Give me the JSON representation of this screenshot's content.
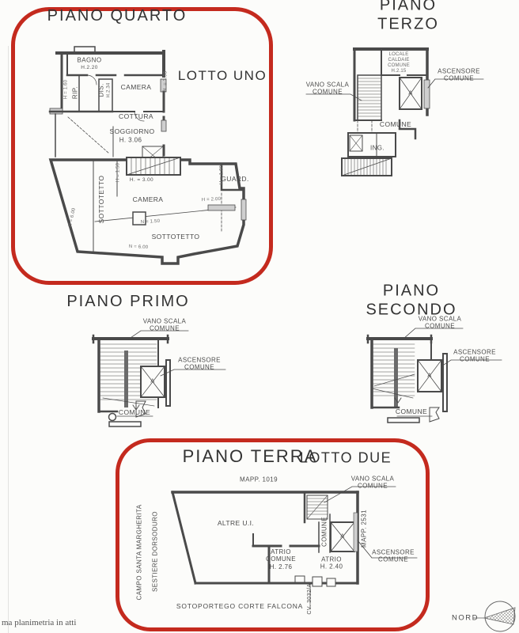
{
  "colors": {
    "accent_red": "#c42a1e",
    "ink": "#4a4a4a"
  },
  "footer": {
    "note": "ma planimetria in atti"
  },
  "compass": {
    "label": "NORD"
  },
  "floors": {
    "quarto": {
      "title": "PIANO QUARTO",
      "lot": "LOTTO UNO",
      "labels": {
        "bagno": "BAGNO",
        "bagno_h": "H.2.20",
        "rip": "RIP.",
        "rip_h": "H = 1.60",
        "dis": "DIS.",
        "dis_h": "H.2.34",
        "camera_top": "CAMERA",
        "camera_top_h": "H. = 3.98",
        "cottura": "COTTURA",
        "soggiorno": "SOGGIORNO",
        "soggiorno_h": "H. 3.06",
        "stairs_h": "H. = 3.00",
        "guard": "GUARD.",
        "guard_h": "H = 1.80",
        "camera_mid": "CAMERA",
        "sottotetto_left": "SOTTOTETTO",
        "sottotetto_bottom": "SOTTOTETTO",
        "dim_mid_v": "H = 1.50",
        "dim_mid": "N = 1.50",
        "dim_right": "H = 2.00",
        "dim_bottom": "N = 6.00",
        "dim_left_diag": "H = 6.00"
      }
    },
    "terzo": {
      "title": "PIANO TERZO",
      "labels": {
        "locale_caldaie": "LOCALE\nCALDAIE\nCOMUNE\nH.2.15",
        "vano_scala": "VANO SCALA\nCOMUNE",
        "ascensore": "ASCENSORE\nCOMUNE",
        "comune": "COMUNE",
        "ing": "ING.",
        "elevator": "A"
      }
    },
    "primo": {
      "title": "PIANO PRIMO",
      "labels": {
        "vano_scala": "VANO SCALA\nCOMUNE",
        "ascensore": "ASCENSORE\nCOMUNE",
        "comune": "COMUNE",
        "elevator": "A"
      }
    },
    "secondo": {
      "title": "PIANO SECONDO",
      "labels": {
        "vano_scala": "VANO SCALA\nCOMUNE",
        "ascensore": "ASCENSORE\nCOMUNE",
        "comune": "COMUNE",
        "elevator": "A"
      }
    },
    "terra": {
      "title": "PIANO TERRA",
      "lot": "LOTTO DUE",
      "labels": {
        "mapp_top": "MAPP. 1019",
        "vano_scala": "VANO SCALA\nCOMUNE",
        "altre_ui": "ALTRE U.I.",
        "atrio_comune": "ATRIO\nCOMUNE\nH. 2.76",
        "comune": "COMUNE",
        "atrio": "ATRIO\nH. 2.40",
        "mapp_right": "MAPP. 2531",
        "ascensore": "ASCENSORE\nCOMUNE",
        "sotoportego": "SOTOPORTEGO CORTE FALCONA",
        "cv": "CV. 3032/A",
        "street1": "CAMPO SANTA MARGHERITA",
        "street2": "SESTIERE DORSODURO",
        "elevator": "A"
      }
    }
  }
}
